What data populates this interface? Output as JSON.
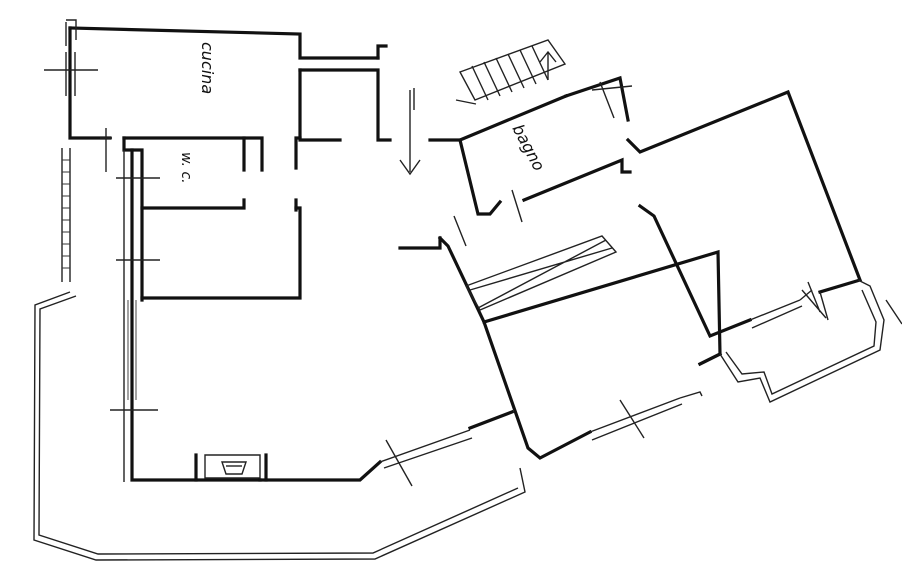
{
  "plan": {
    "rooms": {
      "cucina": "cucina",
      "wc": "w. c.",
      "bagno": "bagno"
    }
  }
}
